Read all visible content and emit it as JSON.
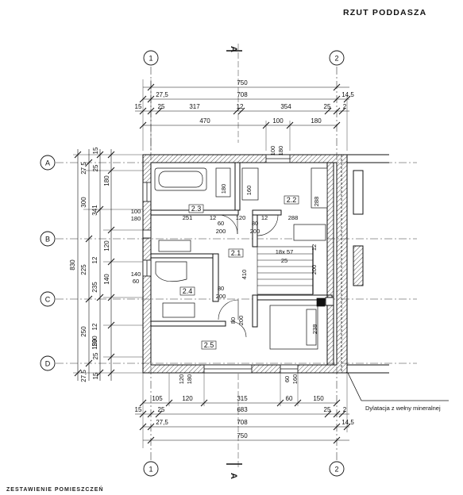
{
  "title": "RZUT PODDASZA",
  "grid_axes": {
    "vertical": [
      "1",
      "2"
    ],
    "horizontal": [
      "A",
      "B",
      "C",
      "D"
    ]
  },
  "section_marker": "A",
  "top_dims": {
    "row1": [
      "750"
    ],
    "row2": [
      "27,5",
      "708",
      "14,5"
    ],
    "row3": [
      "15",
      "25",
      "317",
      "12",
      "354",
      "25",
      "2"
    ],
    "row4": [
      "470",
      "100",
      "180"
    ]
  },
  "bottom_dims": {
    "row1": [
      "105",
      "120",
      "315",
      "60",
      "150"
    ],
    "row2": [
      "15",
      "25",
      "683",
      "25",
      "2"
    ],
    "row3": [
      "27,5",
      "708",
      "14,5"
    ],
    "row4": [
      "750"
    ]
  },
  "left_dims": {
    "overall": "830",
    "outer": [
      "27,5",
      "300",
      "225",
      "250",
      "27,5"
    ],
    "middle": [
      "341",
      "235",
      "290"
    ],
    "inner": [
      "15",
      "25",
      "180",
      "120",
      "12",
      "140",
      "12",
      "150",
      "25",
      "15"
    ]
  },
  "rooms": [
    {
      "id": "2.1",
      "w": "120",
      "l": "410"
    },
    {
      "id": "2.2",
      "w": "288"
    },
    {
      "id": "2.3",
      "w": "251"
    },
    {
      "id": "2.4"
    },
    {
      "id": "2.5"
    }
  ],
  "openings": {
    "win_top": [
      "100",
      "180"
    ],
    "win_left_23": [
      "100",
      "180"
    ],
    "win_left_24": [
      "140",
      "60"
    ],
    "door_23": [
      "60",
      "200"
    ],
    "door_22": [
      "80",
      "200"
    ],
    "door_24": [
      "80",
      "200"
    ],
    "door_25": [
      "80",
      "200"
    ],
    "win_bottom_1": [
      "120",
      "180"
    ],
    "win_bottom_2": [
      "60",
      "160"
    ],
    "stairs": "18x 57",
    "stairs_w": "25",
    "stair_rail": "200",
    "chimney": "12",
    "small_12": "12",
    "bed": "238",
    "shower": "180",
    "wc": "160"
  },
  "dilatation_note": "Dylatacja z wełny mineralnej",
  "bottom_caption": "ZESTAWIENIE POMIESZCZEŃ"
}
